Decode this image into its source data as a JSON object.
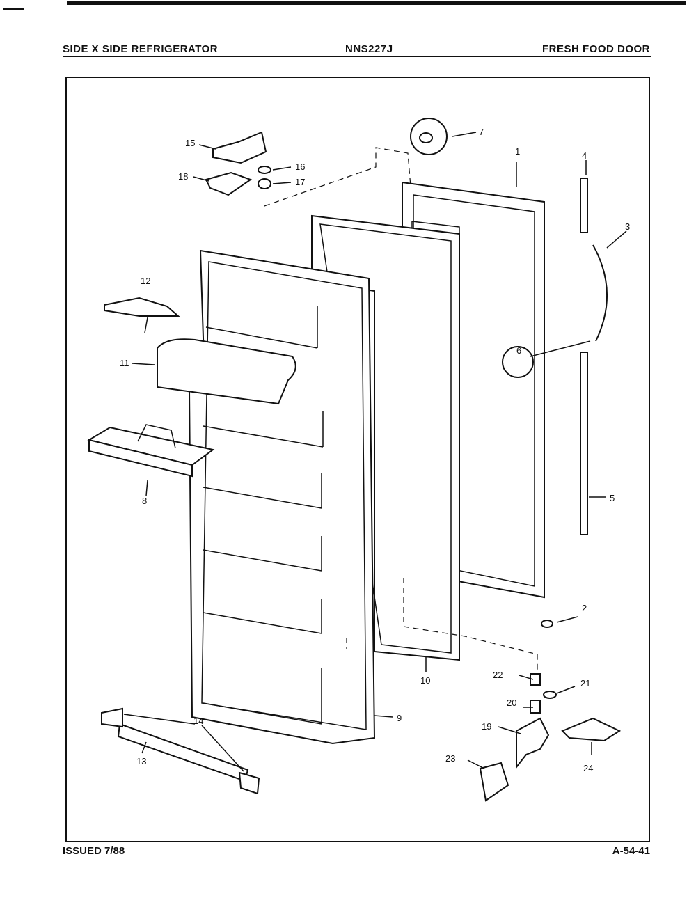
{
  "header": {
    "left": "SIDE X SIDE REFRIGERATOR",
    "center": "NNS227J",
    "right": "FRESH FOOD DOOR"
  },
  "footer": {
    "left": "ISSUED 7/88",
    "right": "A-54-41"
  },
  "callouts": {
    "c1": "1",
    "c2": "2",
    "c3": "3",
    "c4": "4",
    "c5": "5",
    "c6": "6",
    "c7": "7",
    "c8": "8",
    "c9": "9",
    "c10": "10",
    "c11": "11",
    "c12": "12",
    "c13": "13",
    "c14": "14",
    "c15": "15",
    "c16": "16",
    "c17": "17",
    "c18": "18",
    "c19": "19",
    "c20": "20",
    "c21": "21",
    "c22": "22",
    "c23": "23",
    "c24": "24"
  }
}
